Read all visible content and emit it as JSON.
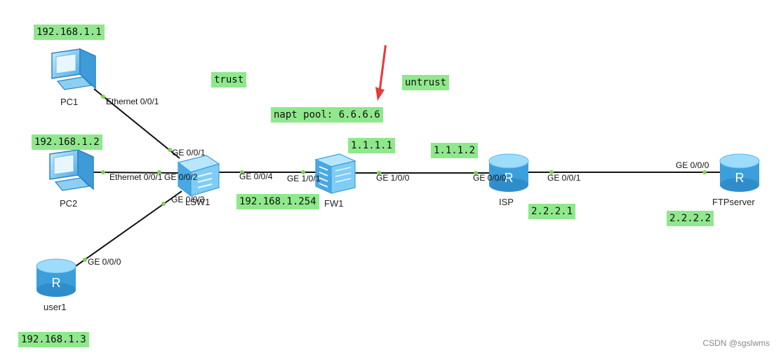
{
  "colors": {
    "link": "#111111",
    "dot": "#7bd34f",
    "label_bg": "#8fe88c",
    "device": "#5cb8ee",
    "arrow": "#e83a3a"
  },
  "nodes": {
    "pc1": {
      "name": "PC1",
      "ip": "192.168.1.1",
      "icon": "pc-icon"
    },
    "pc2": {
      "name": "PC2",
      "ip": "192.168.1.2",
      "icon": "pc-icon"
    },
    "user1": {
      "name": "user1",
      "ip": "192.168.1.3",
      "icon": "router-icon"
    },
    "lsw1": {
      "name": "LSW1",
      "icon": "switch-icon"
    },
    "fw1": {
      "name": "FW1",
      "icon": "firewall-icon"
    },
    "isp": {
      "name": "ISP",
      "icon": "router-icon"
    },
    "ftpserver": {
      "name": "FTPserver",
      "icon": "router-icon"
    }
  },
  "ports": {
    "pc1_e": "Ethernet 0/0/1",
    "pc2_e": "Ethernet 0/0/1",
    "lsw_g1": "GE 0/0/1",
    "lsw_g2": "GE 0/0/2",
    "lsw_g3": "GE 0/0/3",
    "lsw_g4": "GE 0/0/4",
    "user1_g": "GE 0/0/0",
    "fw_g101": "GE 1/0/1",
    "fw_g100": "GE 1/0/0",
    "isp_g0": "GE 0/0/0",
    "isp_g1": "GE 0/0/1",
    "ftp_g0": "GE 0/0/0"
  },
  "labels": {
    "trust": "trust",
    "untrust": "untrust",
    "napt": "napt pool: 6.6.6.6",
    "lsw_gateway": "192.168.1.254",
    "fw_out": "1.1.1.1",
    "isp_in": "1.1.1.2",
    "isp_out": "2.2.2.1",
    "ftp_ip": "2.2.2.2"
  },
  "watermark": "CSDN @sgslwms"
}
